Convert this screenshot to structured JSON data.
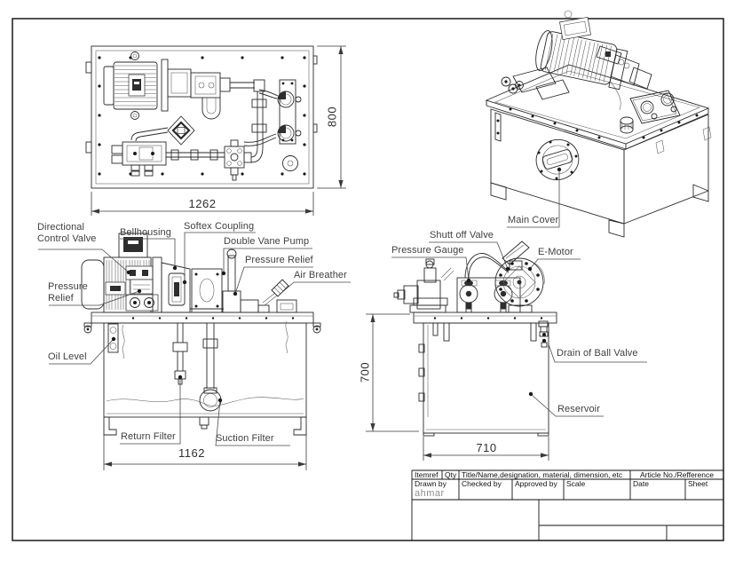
{
  "drawing": {
    "labels": {
      "directional_control_valve": "Directional\nControl Valve",
      "bellhousing": "Bellhousing",
      "softex_coupling": "Softex Coupling",
      "double_vane_pump": "Double Vane Pump",
      "pressure_relief_upper": "Pressure Relief",
      "air_breather": "Air Breather",
      "pressure_relief_left": "Pressure\nRelief",
      "oil_level": "Oil Level",
      "return_filter": "Return Filter",
      "suction_filter": "Suction Filter",
      "main_cover": "Main Cover",
      "shut_off_valve": "Shutt off Valve",
      "pressure_gauge": "Pressure Gauge",
      "e_motor": "E-Motor",
      "drain_of_ball_valve": "Drain of Ball Valve",
      "reservoir": "Reservoir"
    },
    "dimensions": {
      "top_view_width": "1262",
      "top_view_depth": "800",
      "front_view_width": "1162",
      "side_view_height": "700",
      "side_view_width": "710"
    }
  },
  "title_block": {
    "itemref_label": "Itemref",
    "qty_label": "Qty",
    "title_name_label": "Title/Name,designation, material, dimension, etc",
    "article_no_label": "Article No./Refference",
    "drawn_by_label": "Drawn by",
    "drawn_by_value": "ahmar",
    "checked_by_label": "Checked by",
    "approved_by_label": "Approved by",
    "scale_label": "Scale",
    "date_label": "Date",
    "sheet_label": "Sheet"
  },
  "colors": {
    "background": "#ffffff",
    "line": "#2a2a2a",
    "label_text": "#3f3f3f",
    "title_block_text": "#111111",
    "drawn_by_value_color": "#8f8f8f"
  }
}
